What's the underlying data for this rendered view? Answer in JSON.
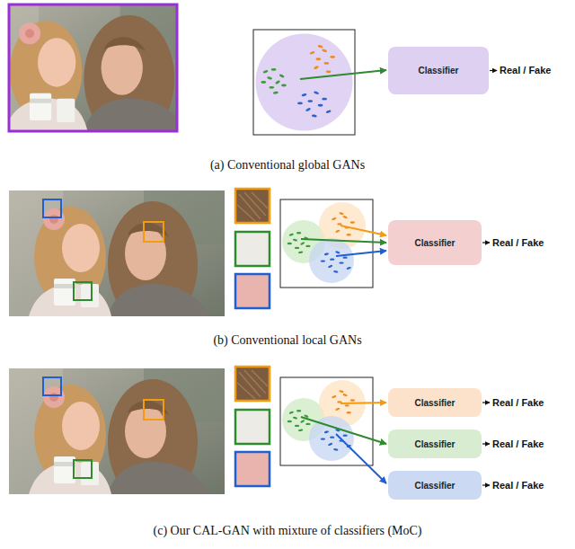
{
  "diagram": {
    "nodes": [
      {
        "text": [
          "Classifier"
        ]
      },
      {
        "text": [
          "Classifier"
        ]
      },
      {
        "text": [
          "Classifier"
        ]
      },
      {
        "text": [
          "Classifier"
        ]
      },
      {
        "text": [
          "Classifier"
        ]
      }
    ],
    "labels": [
      "Real / Fake",
      "(a) Conventional global GANs",
      "Real / Fake",
      "(b) Conventional local GANs",
      "Real / Fake",
      "Real / Fake",
      "Real / Fake",
      "(c) Our CAL-GAN with mixture of classifiers (MoC)"
    ]
  }
}
